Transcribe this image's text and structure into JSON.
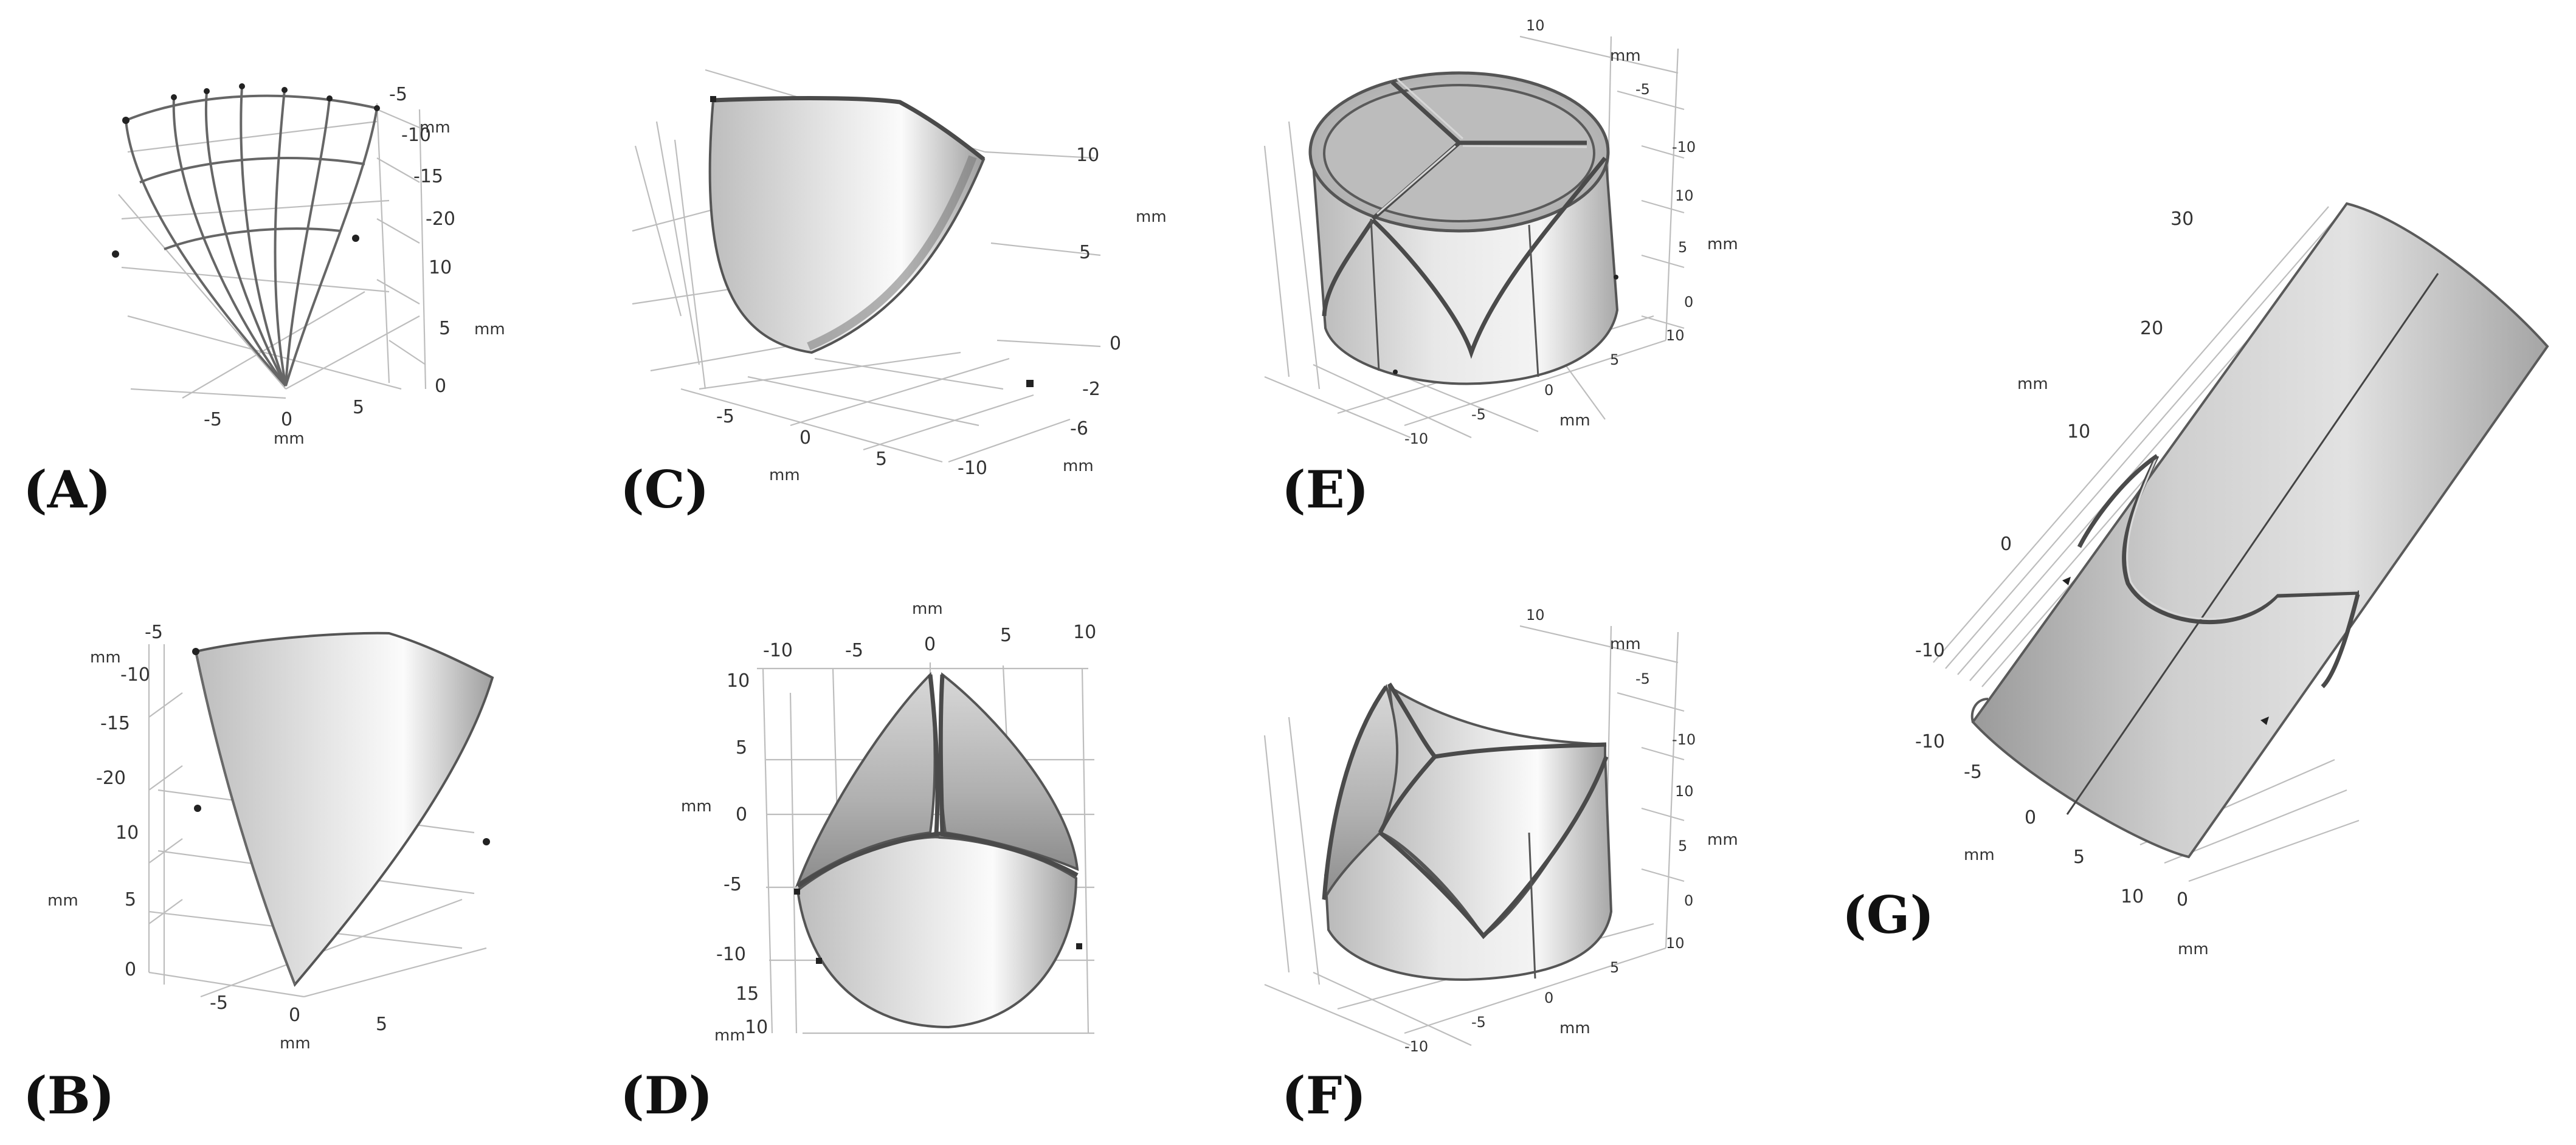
{
  "units": "mm",
  "panels": [
    {
      "id": "A",
      "tag": "(A)",
      "view": "leaflet attachment curves (wireframe)",
      "ticks_x": [
        "-5",
        "0",
        "5"
      ],
      "ticks_z": [
        "-5",
        "-10",
        "-15",
        "-20"
      ],
      "ticks_y": [
        "10",
        "5",
        "0"
      ]
    },
    {
      "id": "B",
      "tag": "(B)",
      "view": "single leaflet surface",
      "ticks_x": [
        "-5",
        "0",
        "5"
      ],
      "ticks_z": [
        "-5",
        "-10",
        "-15",
        "-20"
      ],
      "ticks_y": [
        "10",
        "5",
        "0"
      ]
    },
    {
      "id": "C",
      "tag": "(C)",
      "view": "leaflet with thickness",
      "ticks_x": [
        "-5",
        "0",
        "5",
        "-10"
      ],
      "ticks_y": [
        "10",
        "5",
        "0",
        "-2",
        "-6"
      ]
    },
    {
      "id": "D",
      "tag": "(D)",
      "view": "three leaflets, top view",
      "ticks_top": [
        "-10",
        "-5",
        "0",
        "5",
        "10"
      ],
      "ticks_left": [
        "10",
        "5",
        "0",
        "-5",
        "-10",
        "15",
        "10"
      ]
    },
    {
      "id": "E",
      "tag": "(E)",
      "view": "valve with closed cylindrical stent",
      "ticks_top": [
        "10",
        "-5",
        "-10",
        "10",
        "5",
        "0"
      ],
      "ticks_bottom": [
        "-10",
        "-5",
        "0",
        "5",
        "10"
      ]
    },
    {
      "id": "F",
      "tag": "(F)",
      "view": "valve with cut stent",
      "ticks_top": [
        "10",
        "-5",
        "-10",
        "10",
        "5",
        "0"
      ],
      "ticks_bottom": [
        "-10",
        "-5",
        "0",
        "5",
        "10"
      ]
    },
    {
      "id": "G",
      "tag": "(G)",
      "view": "valve inside tube",
      "ticks_y": [
        "30",
        "20",
        "10",
        "0",
        "-10"
      ],
      "ticks_x": [
        "-10",
        "-5",
        "0",
        "5",
        "10",
        "0"
      ]
    }
  ]
}
